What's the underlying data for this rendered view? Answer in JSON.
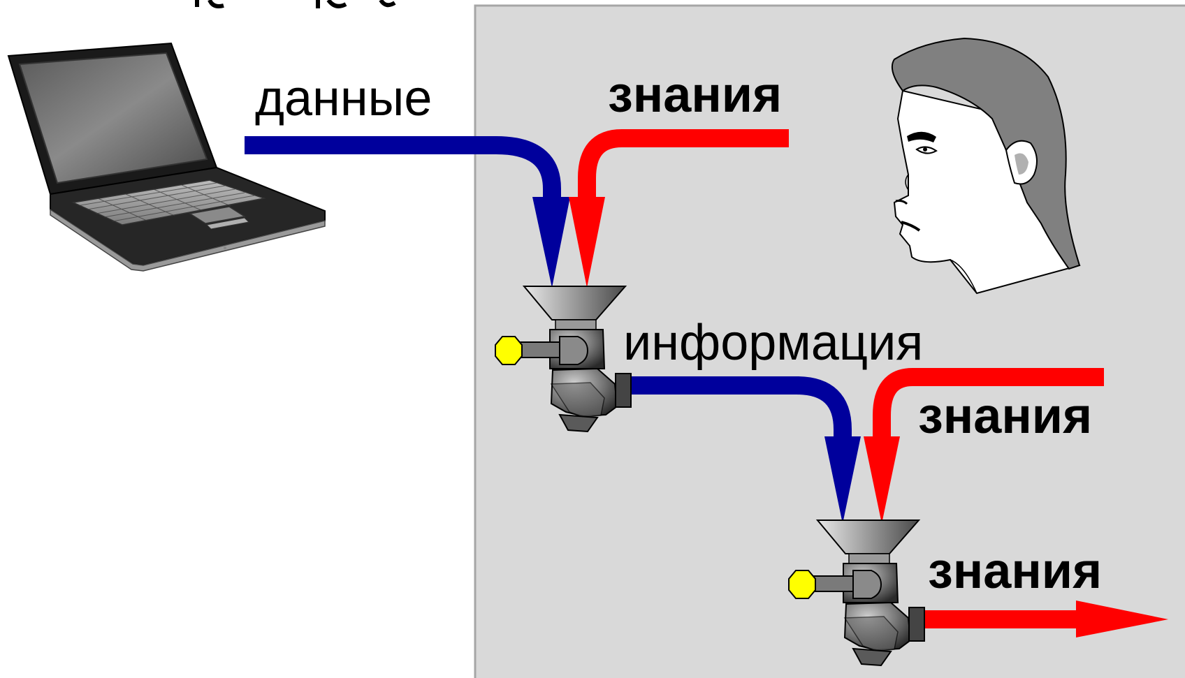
{
  "labels": {
    "data": "данные",
    "knowledge_top": "знания",
    "information": "информация",
    "knowledge_middle": "знания",
    "knowledge_bottom": "знания"
  },
  "colors": {
    "data_flow": "#00009c",
    "knowledge_flow": "#ff0000",
    "panel": "#d9d9d9",
    "panel_border": "#a6a6a6",
    "grinder_handle_knob": "#ffff00"
  },
  "icons": {
    "laptop": "laptop-icon",
    "person": "person-head-icon",
    "grinder_1": "meat-grinder-icon",
    "grinder_2": "meat-grinder-icon"
  }
}
